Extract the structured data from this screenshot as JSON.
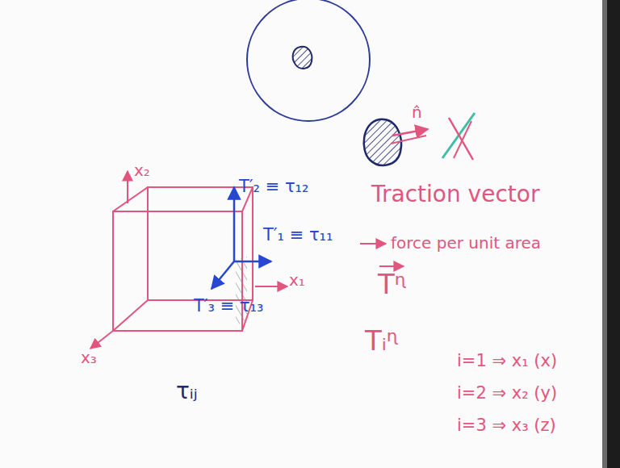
{
  "diagram": {
    "labels": [
      "x₂",
      "T′₂ ≡ τ₁₂",
      "T′₁ ≡ τ₁₁",
      "x₁",
      "T′₃ ≡ τ₁₃",
      "x₃",
      "τᵢⱼ",
      "n̂",
      "Traction vector",
      "force per unit area",
      "Tᶯ",
      "Tᵢᶯ",
      "i=1 ⇒ x₁ (x)",
      "i=2 ⇒ x₂ (y)",
      "i=3 ⇒ x₃ (z)"
    ]
  }
}
